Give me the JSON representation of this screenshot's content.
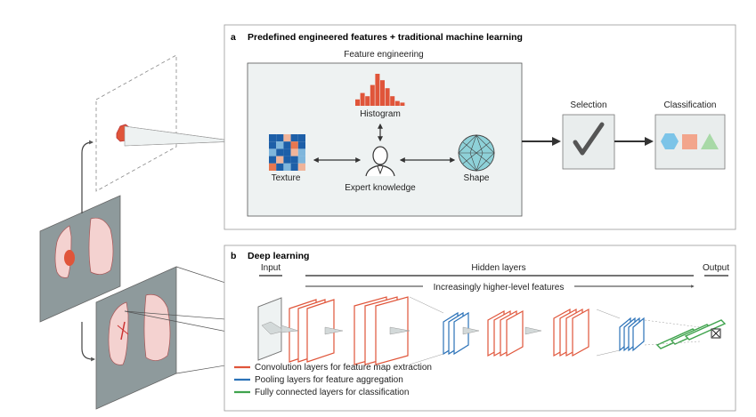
{
  "panel_a": {
    "letter": "a",
    "title": "Predefined engineered features + traditional machine learning",
    "feature_engineering_label": "Feature engineering",
    "histogram_label": "Histogram",
    "texture_label": "Texture",
    "expert_label": "Expert knowledge",
    "shape_label": "Shape",
    "selection_label": "Selection",
    "classification_label": "Classification",
    "histogram_bins": [
      4,
      8,
      6,
      13,
      20,
      16,
      11,
      6,
      3,
      2
    ],
    "texture_grid": [
      [
        "#1d5fa8",
        "#1d5fa8",
        "#f0b49a",
        "#1d5fa8",
        "#1d5fa8"
      ],
      [
        "#1d5fa8",
        "#7fb6dc",
        "#1d5fa8",
        "#e8774f",
        "#1d5fa8"
      ],
      [
        "#7fb6dc",
        "#1d5fa8",
        "#1d5fa8",
        "#f0b49a",
        "#7fb6dc"
      ],
      [
        "#1d5fa8",
        "#f0b49a",
        "#1d5fa8",
        "#1d5fa8",
        "#7fb6dc"
      ],
      [
        "#e8774f",
        "#1d5fa8",
        "#7fb6dc",
        "#1d5fa8",
        "#f0b49a"
      ]
    ]
  },
  "panel_b": {
    "letter": "b",
    "title": "Deep learning",
    "input_label": "Input",
    "hidden_label": "Hidden layers",
    "output_label": "Output",
    "features_label": "Increasingly higher-level features",
    "legend": [
      {
        "label": "Convolution layers for feature map extraction",
        "color": "#e0553a"
      },
      {
        "label": "Pooling layers for feature aggregation",
        "color": "#2b72b8"
      },
      {
        "label": "Fully connected layers for classification",
        "color": "#3fa34d"
      }
    ]
  },
  "colors": {
    "convolution": "#e0553a",
    "pooling": "#2b72b8",
    "fully_connected": "#3fa34d",
    "histogram": "#e0553a",
    "shape_fill": "#8ed1d8",
    "hexagon": "#7cc4e8",
    "square": "#f2a58c",
    "triangle": "#a8d9a7",
    "panel_fill": "#eef2f2",
    "box_fill": "#e9eded"
  }
}
